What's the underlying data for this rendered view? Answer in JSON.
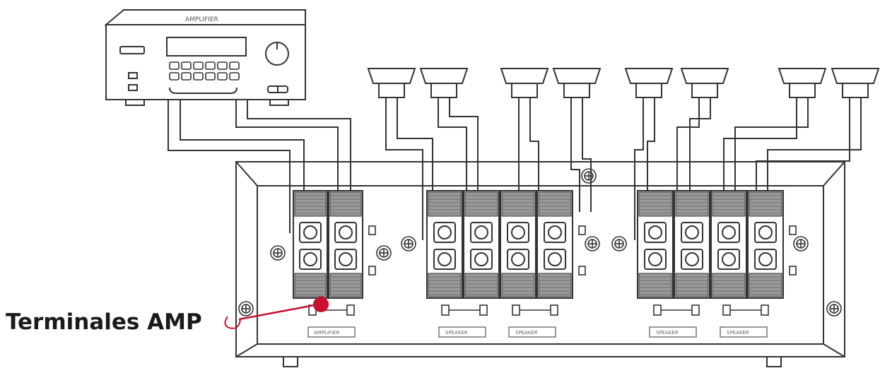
{
  "callout": {
    "label": "Terminales AMP",
    "marker_color": "#c8102e"
  },
  "amplifier": {
    "label": "AMPLIFIER"
  },
  "speaker_count": 8,
  "terminal_blocks": [
    {
      "id": "amp",
      "terminal_count": 2,
      "plate_label": "AMPLIFIER"
    },
    {
      "id": "group-1",
      "terminal_count": 4,
      "plate_labels": [
        "SPEAKER",
        "SPEAKER"
      ]
    },
    {
      "id": "group-2",
      "terminal_count": 4,
      "plate_labels": [
        "SPEAKER",
        "SPEAKER"
      ]
    }
  ],
  "colors": {
    "line": "#333333",
    "callout": "#c8102e",
    "terminal_fill": "#9a9a9a"
  }
}
